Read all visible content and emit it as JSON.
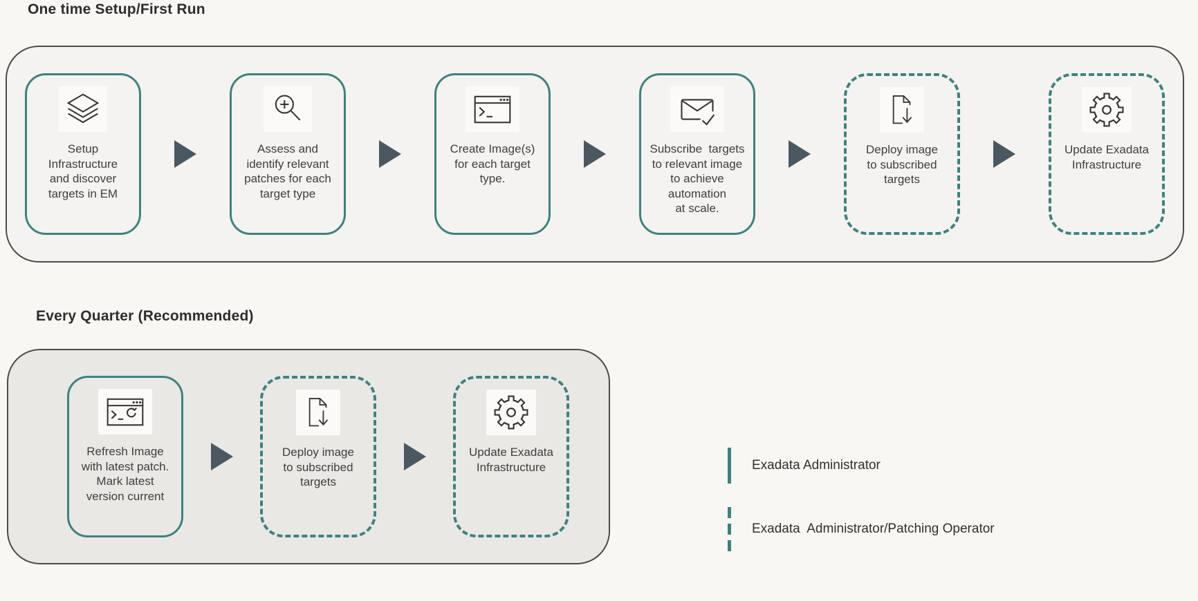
{
  "colors": {
    "teal": "#3B837E",
    "arrow": "#4A5861",
    "container1_bg": "#F4F3F1",
    "container2_bg": "#E9E8E5",
    "container_border": "#4B4B48",
    "page_bg": "#F8F7F4",
    "text": "#3E3E3E"
  },
  "sections": {
    "section1_title": "One time Setup/First Run",
    "section2_title": "Every Quarter (Recommended)"
  },
  "flow1": {
    "steps": [
      {
        "icon": "layers-icon",
        "style": "solid",
        "label": "Setup\nInfrastructure\nand discover\ntargets in EM"
      },
      {
        "icon": "search-plus-icon",
        "style": "solid",
        "label": "Assess and\nidentify relevant\npatches for each\ntarget type"
      },
      {
        "icon": "terminal-window-icon",
        "style": "solid",
        "label": "Create Image(s)\nfor each target\ntype."
      },
      {
        "icon": "mail-check-icon",
        "style": "solid",
        "label": "Subscribe  targets\nto relevant image\nto achieve\nautomation\nat scale."
      },
      {
        "icon": "file-download-icon",
        "style": "dashed",
        "label": "Deploy image\nto subscribed\ntargets"
      },
      {
        "icon": "gear-icon",
        "style": "dashed",
        "label": "Update Exadata\nInfrastructure"
      }
    ]
  },
  "flow2": {
    "steps": [
      {
        "icon": "terminal-refresh-icon",
        "style": "solid",
        "label": "Refresh Image\nwith latest patch.\nMark latest\nversion current"
      },
      {
        "icon": "file-download-icon",
        "style": "dashed",
        "label": "Deploy image\nto subscribed\ntargets"
      },
      {
        "icon": "gear-icon",
        "style": "dashed",
        "label": "Update Exadata\nInfrastructure"
      }
    ]
  },
  "legend": {
    "items": [
      {
        "line_style": "solid",
        "label": "Exadata Administrator"
      },
      {
        "line_style": "dashed",
        "label": "Exadata  Administrator/Patching Operator"
      }
    ]
  }
}
